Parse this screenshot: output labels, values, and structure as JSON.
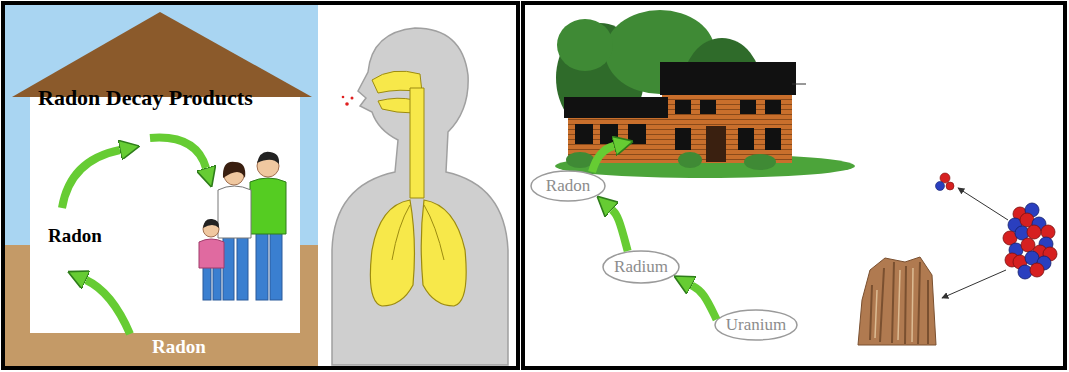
{
  "diagram": {
    "nodes": [
      {
        "text": [
          "Radon"
        ]
      },
      {
        "text": [
          "Radium"
        ]
      },
      {
        "text": [
          "Uranium"
        ]
      }
    ],
    "edges": [
      {
        "from": 2,
        "to": 1,
        "arrow": "to"
      },
      {
        "from": 1,
        "to": 0,
        "arrow": "to"
      }
    ],
    "labels": [
      "Radon Decay Products",
      "Radon",
      "Radon"
    ]
  }
}
